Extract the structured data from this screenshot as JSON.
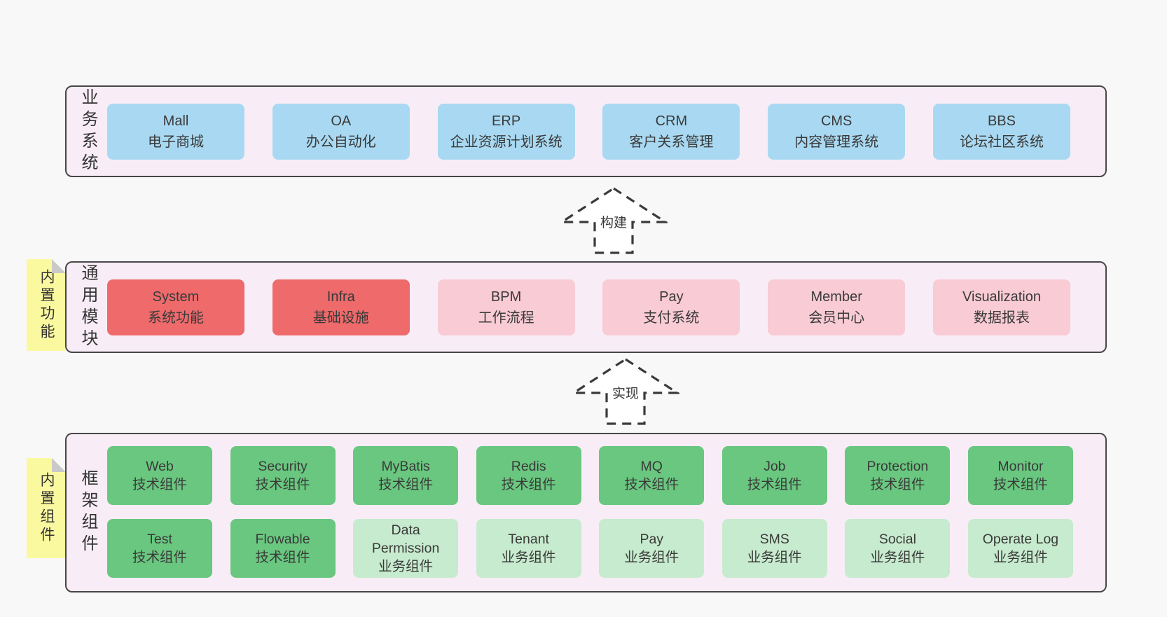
{
  "palette": {
    "page-bg": "#f8f8f8",
    "section-bg": "#f8edf6",
    "section-border": "#474747",
    "box-blue": "#a9d9f2",
    "box-red": "#ee6a6b",
    "box-pink": "#f9cbd5",
    "box-green": "#69c77f",
    "box-lightgreen": "#c7ebce",
    "note-yellow": "#fbf9a0",
    "note-fold": "#c9c9c9",
    "text-dark": "#3a3a3a",
    "arrow-stroke": "#3a3a3a"
  },
  "sections": {
    "business": {
      "label": "业务系统",
      "boxes": [
        {
          "en": "Mall",
          "zh": "电子商城"
        },
        {
          "en": "OA",
          "zh": "办公自动化"
        },
        {
          "en": "ERP",
          "zh": "企业资源计划系统"
        },
        {
          "en": "CRM",
          "zh": "客户关系管理"
        },
        {
          "en": "CMS",
          "zh": "内容管理系统"
        },
        {
          "en": "BBS",
          "zh": "论坛社区系统"
        }
      ]
    },
    "modules": {
      "label": "通用模块",
      "boxes": [
        {
          "en": "System",
          "zh": "系统功能"
        },
        {
          "en": "Infra",
          "zh": "基础设施"
        },
        {
          "en": "BPM",
          "zh": "工作流程"
        },
        {
          "en": "Pay",
          "zh": "支付系统"
        },
        {
          "en": "Member",
          "zh": "会员中心"
        },
        {
          "en": "Visualization",
          "zh": "数据报表"
        }
      ]
    },
    "framework": {
      "label": "框架组件",
      "rows": [
        [
          {
            "en": "Web",
            "zh": "技术组件"
          },
          {
            "en": "Security",
            "zh": "技术组件"
          },
          {
            "en": "MyBatis",
            "zh": "技术组件"
          },
          {
            "en": "Redis",
            "zh": "技术组件"
          },
          {
            "en": "MQ",
            "zh": "技术组件"
          },
          {
            "en": "Job",
            "zh": "技术组件"
          },
          {
            "en": "Protection",
            "zh": "技术组件"
          },
          {
            "en": "Monitor",
            "zh": "技术组件"
          }
        ],
        [
          {
            "en": "Test",
            "zh": "技术组件"
          },
          {
            "en": "Flowable",
            "zh": "技术组件"
          },
          {
            "en": "Data Permission",
            "zh": "业务组件"
          },
          {
            "en": "Tenant",
            "zh": "业务组件"
          },
          {
            "en": "Pay",
            "zh": "业务组件"
          },
          {
            "en": "SMS",
            "zh": "业务组件"
          },
          {
            "en": "Social",
            "zh": "业务组件"
          },
          {
            "en": "Operate Log",
            "zh": "业务组件"
          }
        ]
      ]
    }
  },
  "arrows": {
    "build": {
      "label": "构建"
    },
    "implement": {
      "label": "实现"
    }
  },
  "notes": {
    "modules": {
      "label": "内置功能"
    },
    "framework": {
      "label": "内置组件"
    }
  }
}
